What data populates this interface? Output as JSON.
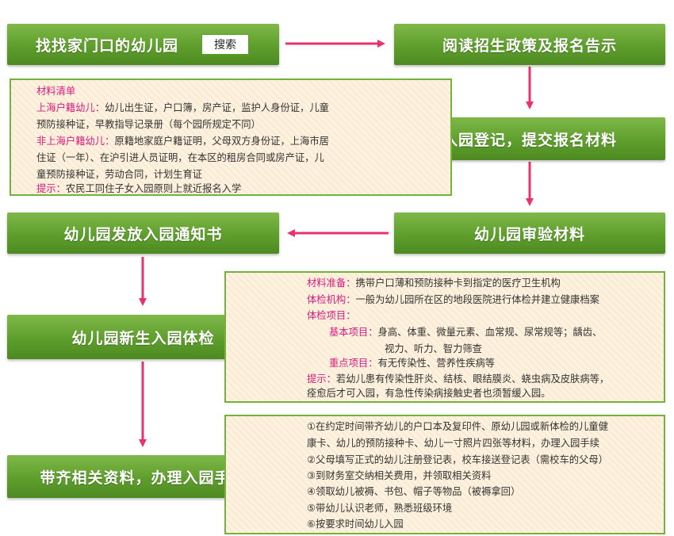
{
  "steps": {
    "find": "找找家门口的幼儿园",
    "search": "搜索",
    "read": "阅读招生政策及报名告示",
    "register": "入园登记，提交报名材料",
    "review": "幼儿园审验材料",
    "notice": "幼儿园发放入园通知书",
    "checkup": "幼儿园新生入园体检",
    "procedure": "带齐相关资料，办理入园手续"
  },
  "materials": {
    "title": "材料清单",
    "local_label": "上海户籍幼儿：",
    "local_l1": "幼儿出生证，户口簿，房产证，监护人身份证，儿童",
    "local_l2": "预防接种证，早教指导记录册（每个园所规定不同）",
    "nonlocal_label": "非上海户籍幼儿：",
    "nonlocal_l1": "原籍地家庭户籍证明，父母双方身份证，上海市居",
    "nonlocal_l2": "住证（一年）、在沪引进人员证明，在本区的租房合同或房产证，儿",
    "nonlocal_l3": "童预防接种证，劳动合同，计划生育证",
    "tip_label": "提示：",
    "tip_text": "农民工同住子女入园原则上就近报名入学"
  },
  "checkup_info": {
    "prep_label": "材料准备：",
    "prep_text": "携带户口薄和预防接种卡到指定的医疗卫生机构",
    "org_label": "体检机构：",
    "org_text": "一般为幼儿园所在区的地段医院进行体检并建立健康档案",
    "items_label": "体检项目：",
    "basic_label": "基本项目：",
    "basic_l1": "身高、体重、微量元素、血常规、尿常规等；龋齿、",
    "basic_l2": "视力、听力、智力筛查",
    "key_label": "重点项目：",
    "key_text": "有无传染性、营养性疾病等",
    "tip_label": "提示：",
    "tip_l1": "若幼儿患有传染性肝炎、结核、眼结膜炎、蛲虫病及皮肤病等，",
    "tip_l2": "痊愈后才可入园，有急性传染病接触史者也须暂缓入园。"
  },
  "procedure_info": {
    "l1": "①在约定时间带齐幼儿的户口本及复印件、原幼儿园或新体检的儿童健",
    "l2": "康卡、幼儿的预防接种卡、幼儿一寸照片四张等材料，办理入园手续",
    "l3": "②父母填写正式的幼儿注册登记表，校车接送登记表（需校车的父母）",
    "l4": "③到财务室交纳相关费用，并领取相关资料",
    "l5": "④领取幼儿被褥、书包、帽子等物品（被褥拿回）",
    "l6": "⑤带幼儿认识老师，熟悉班级环境",
    "l7": "⑥按要求时间幼儿入园"
  },
  "colors": {
    "green": "#5e9e2c",
    "arrow": "#e8326a",
    "highlight": "#d81b7e",
    "note_bg": "#fdf1df"
  }
}
